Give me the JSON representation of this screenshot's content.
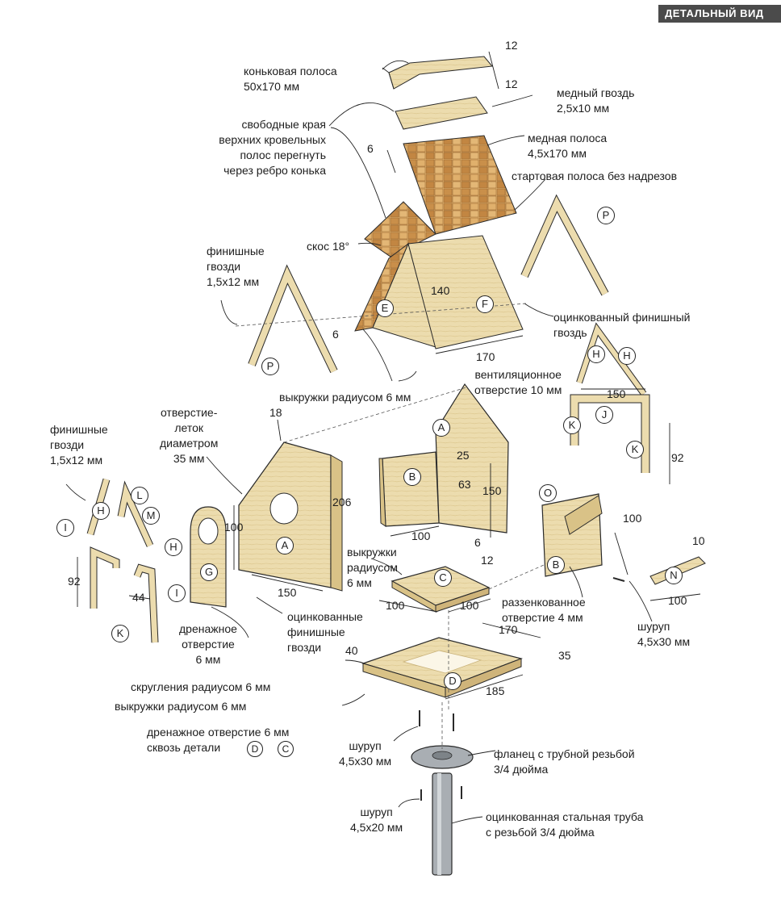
{
  "header": {
    "badge": "ДЕТАЛЬНЫЙ ВИД"
  },
  "labels": {
    "ridge_strip": [
      "коньковая полоса",
      "50x170 мм"
    ],
    "free_edges": [
      "свободные края",
      "верхних кровельных",
      "полос перегнуть",
      "через ребро конька"
    ],
    "copper_nail": [
      "медный гвоздь",
      "2,5x10 мм"
    ],
    "copper_strip": [
      "медная полоса",
      "4,5x170 мм"
    ],
    "starter_strip": [
      "стартовая полоса без надрезов"
    ],
    "bevel": [
      "скос 18°"
    ],
    "finish_nails_top": [
      "финишные",
      "гвозди",
      "1,5x12 мм"
    ],
    "galv_finish_nail": [
      "оцинкованный финишный",
      "гвоздь"
    ],
    "cove_top": [
      "выкружки радиусом 6 мм"
    ],
    "vent_hole": [
      "вентиляционное",
      "отверстие 10 мм"
    ],
    "entrance_hole": [
      "отверстие-",
      "леток",
      "диаметром",
      "35 мм"
    ],
    "finish_nails_left": [
      "финишные",
      "гвозди",
      "1,5x12 мм"
    ],
    "cove_mid": [
      "выкружки",
      "радиусом",
      "6 мм"
    ],
    "countersunk": [
      "раззенкованное",
      "отверстие 4 мм"
    ],
    "screw_right": [
      "шуруп",
      "4,5x30 мм"
    ],
    "drain_hole": [
      "дренажное",
      "отверстие",
      "6 мм"
    ],
    "galv_finish_nails": [
      "оцинкованные",
      "финишные",
      "гвозди"
    ],
    "fillets": [
      "скругления радиусом 6 мм"
    ],
    "cove_bottom": [
      "выкружки радиусом 6 мм"
    ],
    "drain_through": [
      "дренажное отверстие 6 мм",
      "сквозь детали"
    ],
    "screw_30": [
      "шуруп",
      "4,5x30 мм"
    ],
    "flange": [
      "фланец с трубной резьбой",
      "3/4 дюйма"
    ],
    "screw_20": [
      "шуруп",
      "4,5x20 мм"
    ],
    "pipe": [
      "оцинкованная стальная труба",
      "с резьбой 3/4 дюйма"
    ]
  },
  "dimensions": {
    "ridge_t1": "12",
    "ridge_t2": "12",
    "step6": "6",
    "len140": "140",
    "len170_roof": "170",
    "p_off6": "6",
    "w18": "18",
    "h206": "206",
    "h100_a": "100",
    "w150_a": "150",
    "d25": "25",
    "d63": "63",
    "h150_b": "150",
    "w100_b": "100",
    "off6_b": "6",
    "w150_j": "150",
    "h92_k": "92",
    "h100_o": "100",
    "n10": "10",
    "n100": "100",
    "t12_c": "12",
    "c100a": "100",
    "c100b": "100",
    "d170": "170",
    "d40": "40",
    "d35": "35",
    "d185": "185",
    "k92_left": "92",
    "k44": "44"
  },
  "parts": {
    "A": "A",
    "B": "B",
    "C": "C",
    "D": "D",
    "E": "E",
    "F": "F",
    "G": "G",
    "H": "H",
    "I": "I",
    "J": "J",
    "K": "K",
    "L": "L",
    "M": "M",
    "N": "N",
    "O": "O",
    "P": "P"
  },
  "colors": {
    "wood": "#ead8a6",
    "wood_dark": "#cfb47a",
    "shingle": "#d7a25c",
    "shingle_dark": "#b9803f",
    "line": "#2a2a2a",
    "metal": "#a9aeb3"
  }
}
